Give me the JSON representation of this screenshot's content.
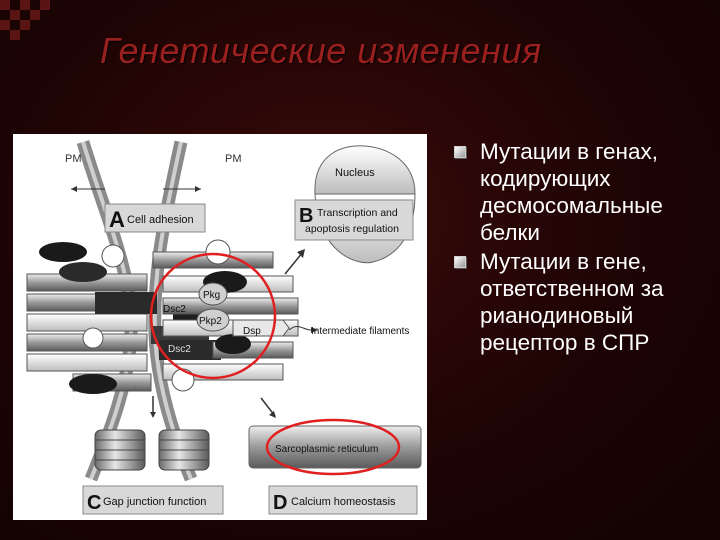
{
  "slide": {
    "title": "Генетические изменения",
    "bullets": [
      "Мутации в генах, кодирующих десмосомальные белки",
      "Мутации в гене, ответственном за рианодиновый рецептор в СПР"
    ]
  },
  "figure": {
    "pm_left": "PM",
    "pm_right": "PM",
    "panel_a_letter": "A",
    "panel_a_label": "Cell adhesion",
    "panel_b_letter": "B",
    "panel_b_label_line1": "Transcription and",
    "panel_b_label_line2": "apoptosis regulation",
    "panel_c_letter": "C",
    "panel_c_label": "Gap junction function",
    "panel_d_letter": "D",
    "panel_d_label": "Calcium homeostasis",
    "nucleus": "Nucleus",
    "intermediate_filaments": "Intermediate filaments",
    "sarcoplasmic_reticulum": "Sarcoplasmic reticulum",
    "pkg": "Pkg",
    "pkp2": "Pkp2",
    "dsp": "Dsp",
    "dsc2_top": "Dsc2",
    "dsc2_bottom": "Dsc2",
    "highlight_color": "#e02020"
  }
}
